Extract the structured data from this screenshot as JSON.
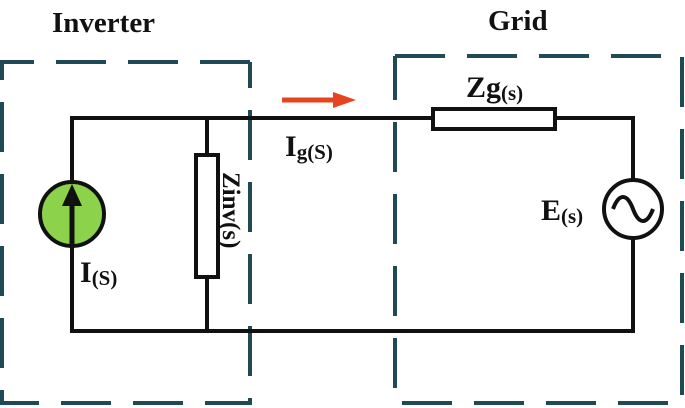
{
  "labels": {
    "inverter": "Inverter",
    "grid": "Grid",
    "grid_impedance": {
      "main": "Zg",
      "sub": "(s)"
    },
    "grid_current": {
      "main": "I",
      "sub": "g(S)"
    },
    "inverter_impedance": "Zinv(s)",
    "source_current": {
      "main": "I",
      "sub": "(S)"
    },
    "grid_voltage": {
      "main": "E",
      "sub": "(s)"
    }
  },
  "colors": {
    "current_source_fill": "#8cd24a",
    "current_direction_arrow": "#e8431f",
    "boundary_dash": "#1f4a55",
    "wire": "#111111"
  },
  "icons": {
    "current_source": "current-source-upward-arrow",
    "voltage_source": "ac-voltage-source-sine",
    "direction": "right-arrow"
  }
}
